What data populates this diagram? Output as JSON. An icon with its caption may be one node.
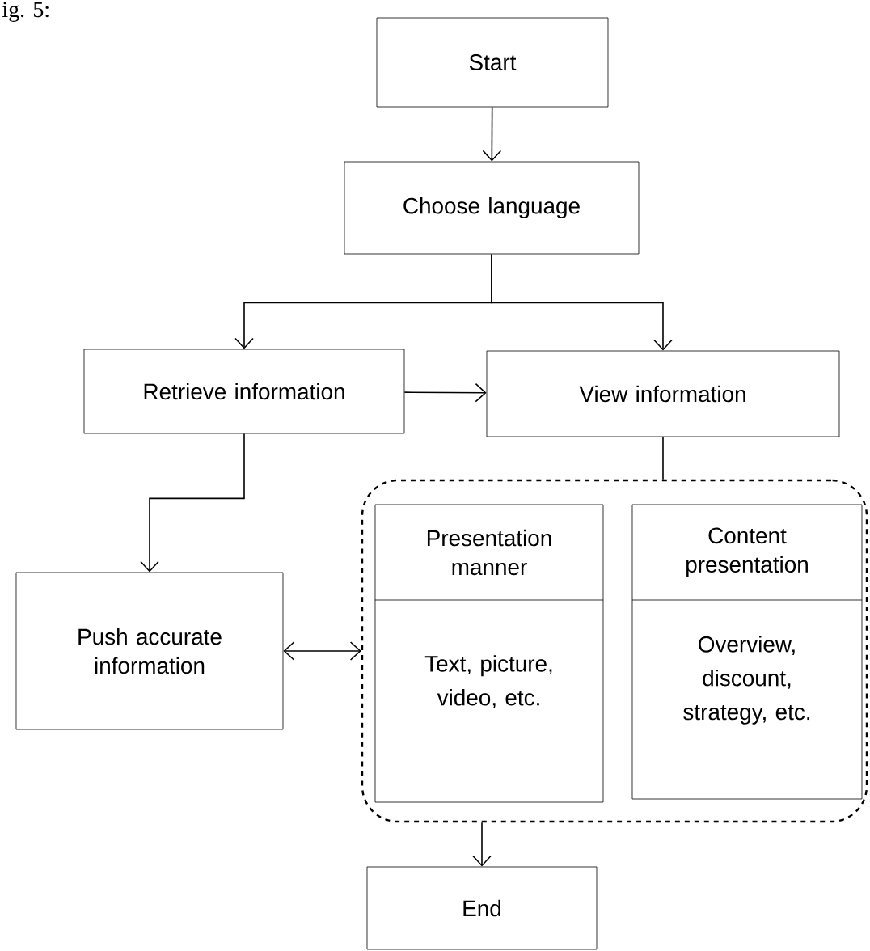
{
  "diagram": {
    "nodes": [
      {
        "text": [
          "Start"
        ]
      },
      {
        "text": [
          "Choose language"
        ]
      },
      {
        "text": [
          "Retrieve information"
        ]
      },
      {
        "text": [
          "View information"
        ]
      },
      {
        "text": [
          "Push accurate information"
        ]
      },
      {
        "text": [],
        "shape": "box"
      },
      {
        "text": [
          "Presentation manner",
          "Text, picture, video, etc."
        ],
        "in": 5
      },
      {
        "text": [
          "Content presentation",
          "Overview, discount, strategy, etc."
        ],
        "in": 5
      },
      {
        "text": [
          "End"
        ]
      }
    ],
    "edges": [
      {
        "from": 0,
        "to": 1,
        "arrow": "to"
      },
      {
        "from": 1,
        "to": 2,
        "arrow": "to"
      },
      {
        "from": 1,
        "to": 3,
        "arrow": "to"
      },
      {
        "from": 2,
        "to": 3,
        "arrow": "to"
      },
      {
        "from": 2,
        "to": 4,
        "arrow": "to"
      },
      {
        "from": 3,
        "to": 5,
        "arrow": "none"
      },
      {
        "from": 4,
        "to": 5,
        "arrow": "both"
      },
      {
        "from": 5,
        "to": 8,
        "arrow": "to"
      }
    ],
    "labels": [
      "ig. 5:"
    ]
  }
}
